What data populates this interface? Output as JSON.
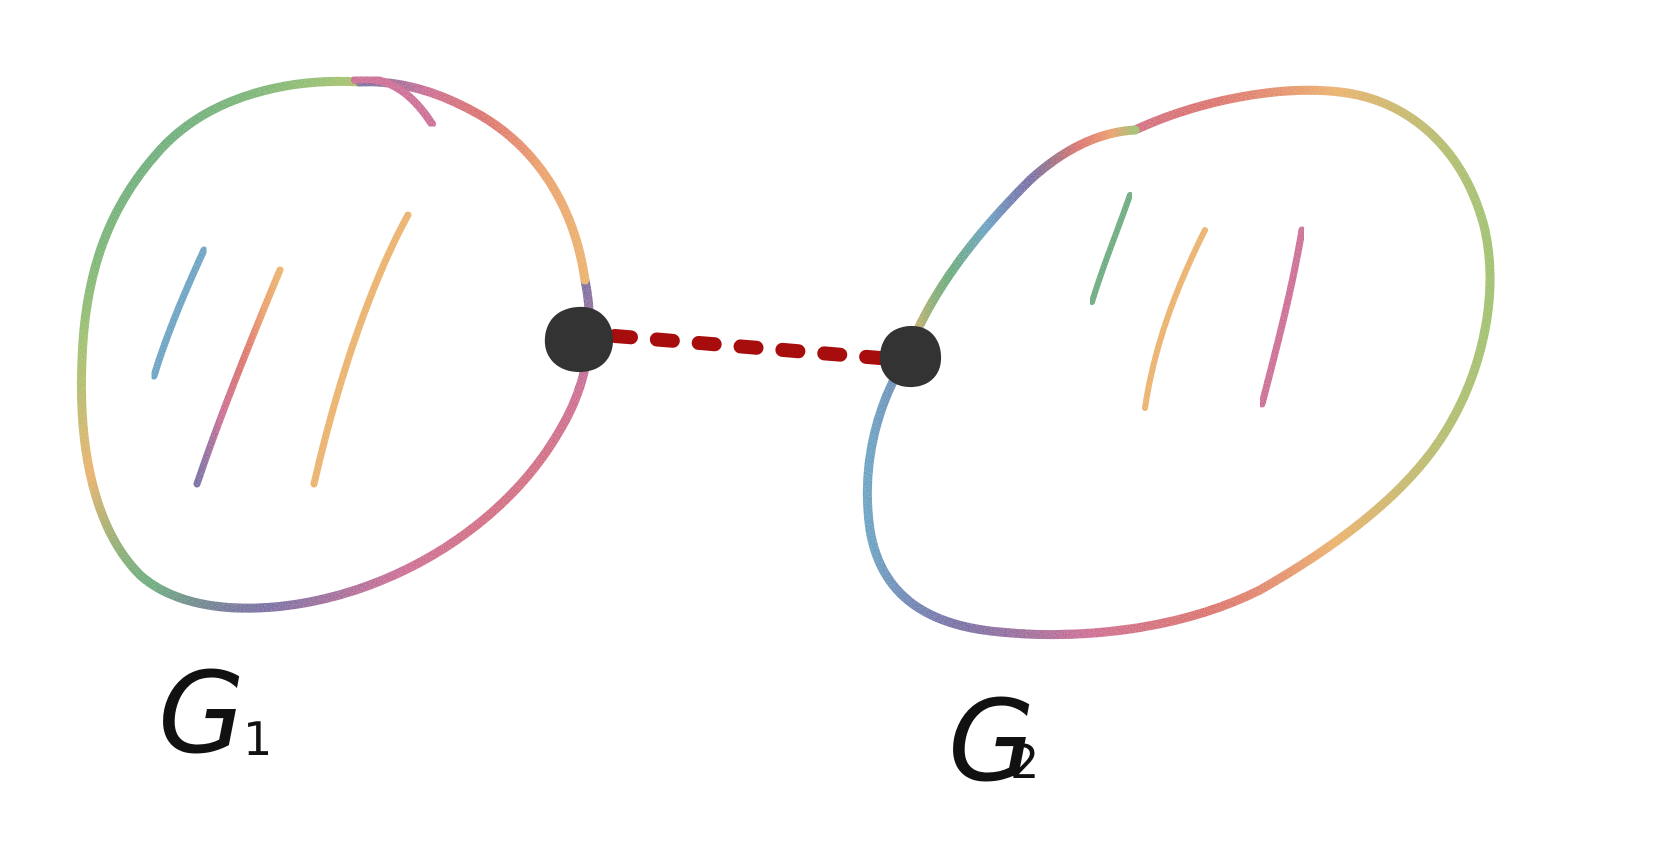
{
  "graphs": [
    {
      "id": "g1",
      "label": "G",
      "subscript": "1"
    },
    {
      "id": "g2",
      "label": "G",
      "subscript": "2"
    }
  ],
  "bridge": {
    "style": "dashed",
    "color": "#a80d0d"
  },
  "colors": {
    "vertex": "#333333",
    "rainbow": [
      "#e8a21c",
      "#e8a21c",
      "#8ab62c",
      "#1f9a55",
      "#1c8fb8",
      "#4a2d8f",
      "#c4267a",
      "#d63a2a",
      "#e88a1c",
      "#e8a21c"
    ]
  },
  "icons": {
    "vertex": "filled-circle-vertex",
    "edge": "dashed-bridge-edge"
  }
}
